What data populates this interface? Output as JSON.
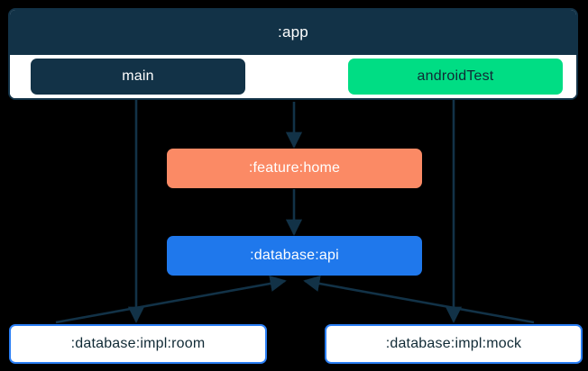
{
  "diagram": {
    "type": "module-dependency-graph",
    "background_color": "#000000",
    "subgraph": {
      "title": ":app",
      "header_color": "#123247",
      "body_color": "#ffffff",
      "border_color": "#123247",
      "source_sets": [
        {
          "label": "main",
          "fill": "#123247",
          "text_color": "#ffffff"
        },
        {
          "label": "androidTest",
          "fill": "#00dd84",
          "text_color": "#102a35"
        }
      ]
    },
    "nodes": [
      {
        "id": "feature-home",
        "label": ":feature:home",
        "fill": "#fb8a65",
        "text_color": "#ffffff"
      },
      {
        "id": "database-api",
        "label": ":database:api",
        "fill": "#1f78ec",
        "text_color": "#ffffff"
      },
      {
        "id": "database-impl-room",
        "label": ":database:impl:room",
        "fill": "#ffffff",
        "text_color": "#102a35",
        "border_color": "#2b7ff5"
      },
      {
        "id": "database-impl-mock",
        "label": ":database:impl:mock",
        "fill": "#ffffff",
        "text_color": "#102a35",
        "border_color": "#2b7ff5"
      }
    ],
    "edges": [
      {
        "from": ":app",
        "to": ":feature:home"
      },
      {
        "from": ":feature:home",
        "to": ":database:api"
      },
      {
        "from": "main",
        "to": ":database:impl:room"
      },
      {
        "from": "androidTest",
        "to": ":database:impl:mock"
      },
      {
        "from": ":database:impl:room",
        "to": ":database:api"
      },
      {
        "from": ":database:impl:mock",
        "to": ":database:api"
      }
    ],
    "edge_color": "#123247"
  }
}
